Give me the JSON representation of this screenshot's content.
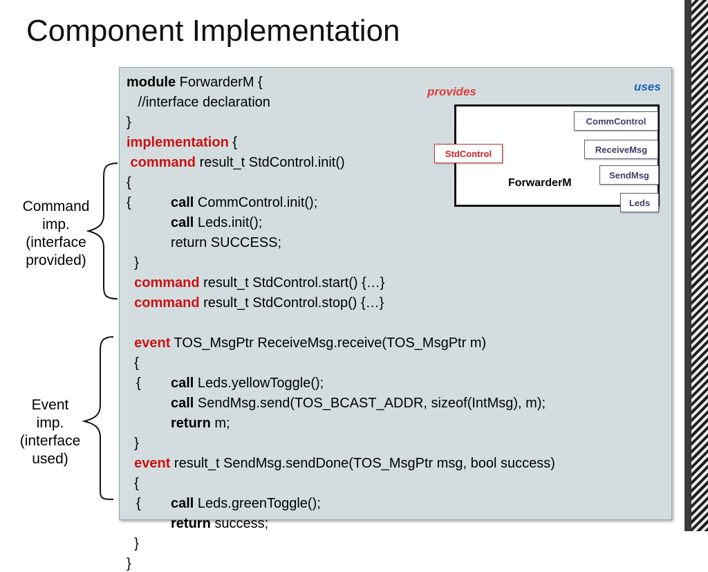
{
  "slide": {
    "title": "Component Implementation"
  },
  "code_lines": [
    [
      {
        "t": "module",
        "s": "kw"
      },
      {
        "t": " ForwarderM {",
        "s": "txt"
      }
    ],
    [
      {
        "t": "   //interface declaration",
        "s": "txt"
      }
    ],
    [
      {
        "t": "}",
        "s": "txt"
      }
    ],
    [
      {
        "t": "implementation",
        "s": "kw-red"
      },
      {
        "t": " {",
        "s": "txt"
      }
    ],
    [
      {
        "t": " command",
        "s": "kw-red"
      },
      {
        "t": " result_t StdControl.init()",
        "s": "txt"
      }
    ],
    [
      {
        "t": "{",
        "s": "txt"
      }
    ],
    [
      {
        "t": "call",
        "s": "kw"
      },
      {
        "t": " Leds.init();",
        "s": "txt"
      }
    ],
    [
      {
        "t": "return SUCCESS;",
        "s": "txt"
      }
    ],
    [
      {
        "t": "  }",
        "s": "txt"
      }
    ],
    [
      {
        "t": "  command",
        "s": "kw-red"
      },
      {
        "t": " result_t StdControl.start() {…}",
        "s": "txt"
      }
    ],
    [
      {
        "t": "  command",
        "s": "kw-red"
      },
      {
        "t": " result_t StdControl.stop() {…}",
        "s": "txt"
      }
    ],
    [
      {
        "t": "",
        "s": "txt"
      }
    ],
    [
      {
        "t": "  event",
        "s": "kw-red"
      },
      {
        "t": " TOS_MsgPtr ReceiveMsg.receive(TOS_MsgPtr m)",
        "s": "txt"
      }
    ],
    [
      {
        "t": "  {",
        "s": "txt"
      }
    ],
    [
      {
        "t": "call",
        "s": "kw"
      },
      {
        "t": " SendMsg.send(TOS_BCAST_ADDR, sizeof(IntMsg), m);",
        "s": "txt"
      }
    ],
    [
      {
        "t": "return",
        "s": "kw"
      },
      {
        "t": " m;",
        "s": "txt"
      }
    ],
    [
      {
        "t": "  }",
        "s": "txt"
      }
    ],
    [
      {
        "t": "  event",
        "s": "kw-red"
      },
      {
        "t": " result_t SendMsg.sendDone(TOS_MsgPtr msg, bool success)",
        "s": "txt"
      }
    ],
    [
      {
        "t": "  {",
        "s": "txt"
      }
    ],
    [
      {
        "t": "return",
        "s": "kw"
      },
      {
        "t": " success;",
        "s": "txt"
      }
    ],
    [
      {
        "t": "  }",
        "s": "txt"
      }
    ],
    [
      {
        "t": "}",
        "s": "txt"
      }
    ]
  ],
  "inline_lines": [
    [
      {
        "t": "call",
        "s": "kw"
      },
      {
        "t": " CommControl.init();",
        "s": "txt"
      }
    ],
    [
      {
        "t": "call",
        "s": "kw"
      },
      {
        "t": " Leds.yellowToggle();",
        "s": "txt"
      }
    ],
    [
      {
        "t": "call",
        "s": "kw"
      },
      {
        "t": " Leds.greenToggle();",
        "s": "txt"
      }
    ]
  ],
  "labels": {
    "command_imp": [
      "Command",
      "imp.",
      "(interface",
      "provided)"
    ],
    "event_imp": [
      "Event",
      "imp.",
      "(interface",
      "used)"
    ]
  },
  "diagram": {
    "name": "ForwarderM",
    "provides_label": "provides",
    "uses_label": "uses",
    "provided_ports": [
      "StdControl"
    ],
    "used_ports": [
      "CommControl",
      "ReceiveMsg",
      "SendMsg",
      "Leds"
    ],
    "colors": {
      "provides": "#e03a3a",
      "uses": "#1a5fb4",
      "keyword": "#cc1111"
    }
  }
}
